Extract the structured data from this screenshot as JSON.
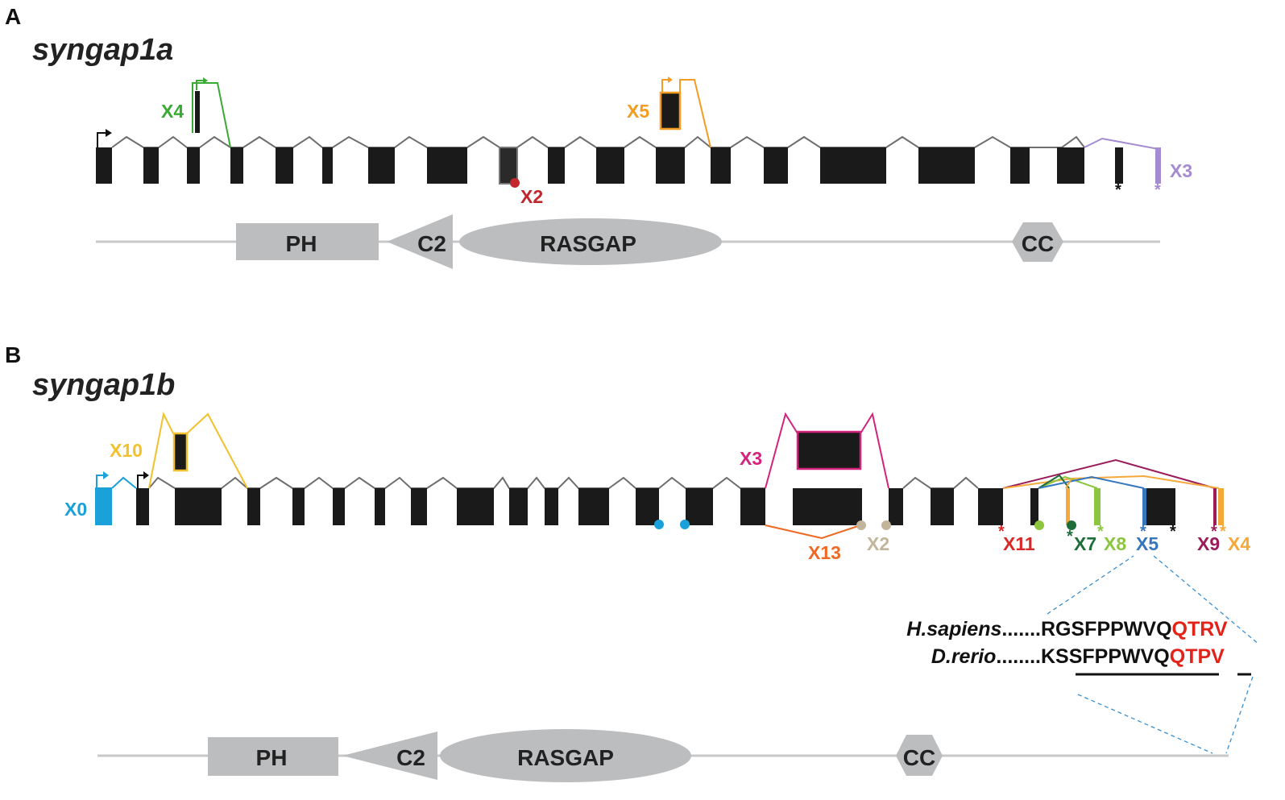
{
  "panelA": {
    "label": "A",
    "gene": "syngap1a",
    "domains": {
      "ph": "PH",
      "c2": "C2",
      "rasgap": "RASGAP",
      "cc": "CC"
    },
    "isoforms": [
      {
        "label": "X4",
        "color": "#3aaa35"
      },
      {
        "label": "X5",
        "color": "#f39c21"
      },
      {
        "label": "X2",
        "color": "#c1272d"
      },
      {
        "label": "X3",
        "color": "#a58bd0"
      }
    ]
  },
  "panelB": {
    "label": "B",
    "gene": "syngap1b",
    "domains": {
      "ph": "PH",
      "c2": "C2",
      "rasgap": "RASGAP",
      "cc": "CC"
    },
    "isoforms": [
      {
        "label": "X0",
        "color": "#1ba1d9"
      },
      {
        "label": "X10",
        "color": "#f2c12e"
      },
      {
        "label": "X3",
        "color": "#d4237c"
      },
      {
        "label": "X13",
        "color": "#ee6a24"
      },
      {
        "label": "X2",
        "color": "#c2b59b"
      },
      {
        "label": "X11",
        "color": "#d92828"
      },
      {
        "label": "X7",
        "color": "#1e6e3a"
      },
      {
        "label": "X8",
        "color": "#8cc63f"
      },
      {
        "label": "X5",
        "color": "#3576bd"
      },
      {
        "label": "X9",
        "color": "#9b1c5b"
      },
      {
        "label": "X4",
        "color": "#f6a93b"
      }
    ],
    "alignment": {
      "species1": "H.sapiens",
      "dots1": ".......",
      "seq1_black": "RGSFPPWVQ",
      "seq1_red": "QTRV",
      "species2": "D.rerio",
      "dots2": "........",
      "seq2_black": "KSSFPPWVQ",
      "seq2_red": "QTPV"
    }
  }
}
